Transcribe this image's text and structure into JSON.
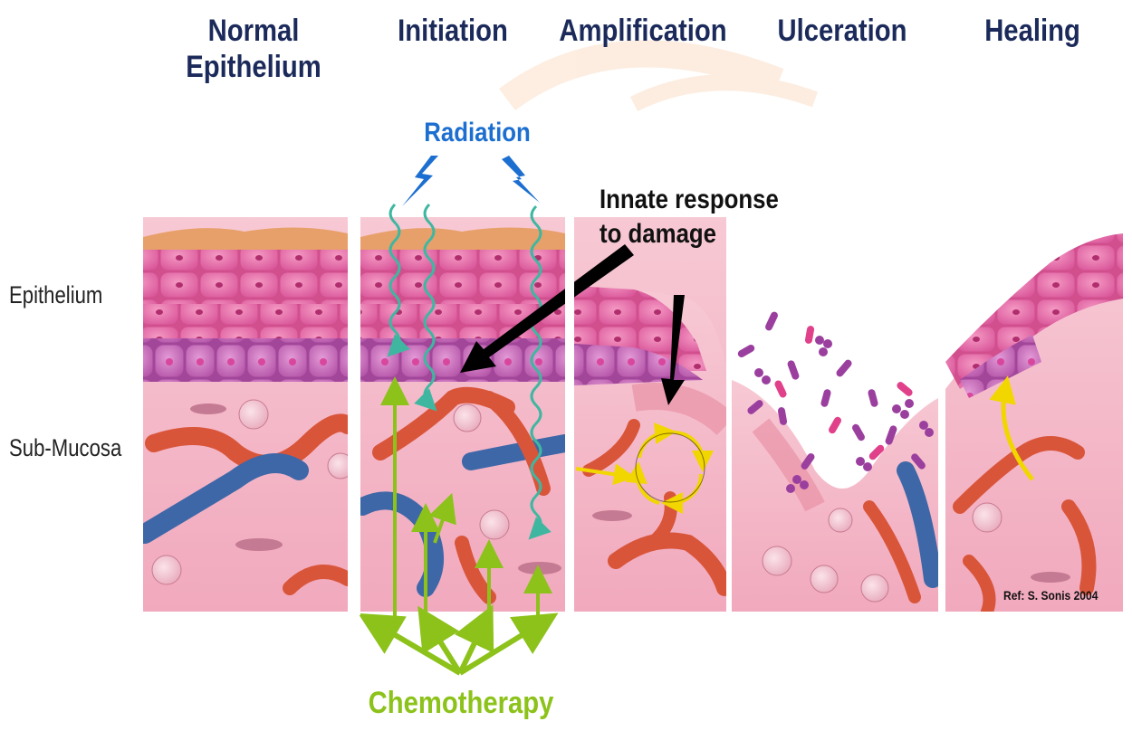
{
  "stages": [
    {
      "key": "normal",
      "title_line1": "Normal",
      "title_line2": "Epithelium"
    },
    {
      "key": "initiation",
      "title_line1": "Initiation",
      "title_line2": ""
    },
    {
      "key": "amplification",
      "title_line1": "Amplification",
      "title_line2": ""
    },
    {
      "key": "ulceration",
      "title_line1": "Ulceration",
      "title_line2": ""
    },
    {
      "key": "healing",
      "title_line1": "Healing",
      "title_line2": ""
    }
  ],
  "layer_labels": {
    "epithelium": "Epithelium",
    "submucosa": "Sub-Mucosa"
  },
  "callouts": {
    "radiation": "Radiation",
    "innate_line1": "Innate response",
    "innate_line2": "to damage",
    "chemotherapy": "Chemotherapy"
  },
  "reference": "Ref: S. Sonis 2004",
  "colors": {
    "title": "#1b2a5a",
    "radiation": "#1c6fd0",
    "radiation_wave": "#3fb7a0",
    "chemotherapy": "#8cc21a",
    "innate_arrow": "#000000",
    "cytokine_arrow": "#f2d600",
    "tissue": "#f4b3c3",
    "cells": "#e86aa6",
    "basal_cells": "#c45fb6",
    "artery": "#d9553a",
    "vein": "#3e67a8",
    "bacteria": "#9b3f9f"
  }
}
